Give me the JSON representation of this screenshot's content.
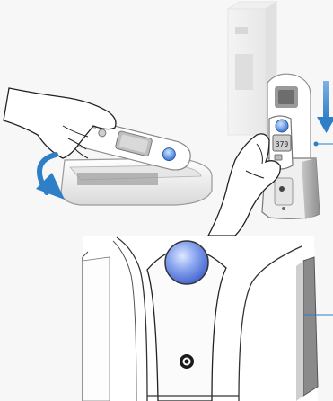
{
  "title": "",
  "display": {
    "reading": "370"
  },
  "colors": {
    "background": "#f7f7f7",
    "arrow_blue": "#2f7fc6",
    "button_blue": "#4a7fd6",
    "device_white": "#ffffff",
    "line_gray": "#9a9a9a"
  },
  "icons": {
    "rotate_arrow": "curved-arrow-icon",
    "insert_arrow": "down-arrow-icon",
    "callout_top": "callout-line",
    "callout_bottom": "callout-line"
  }
}
